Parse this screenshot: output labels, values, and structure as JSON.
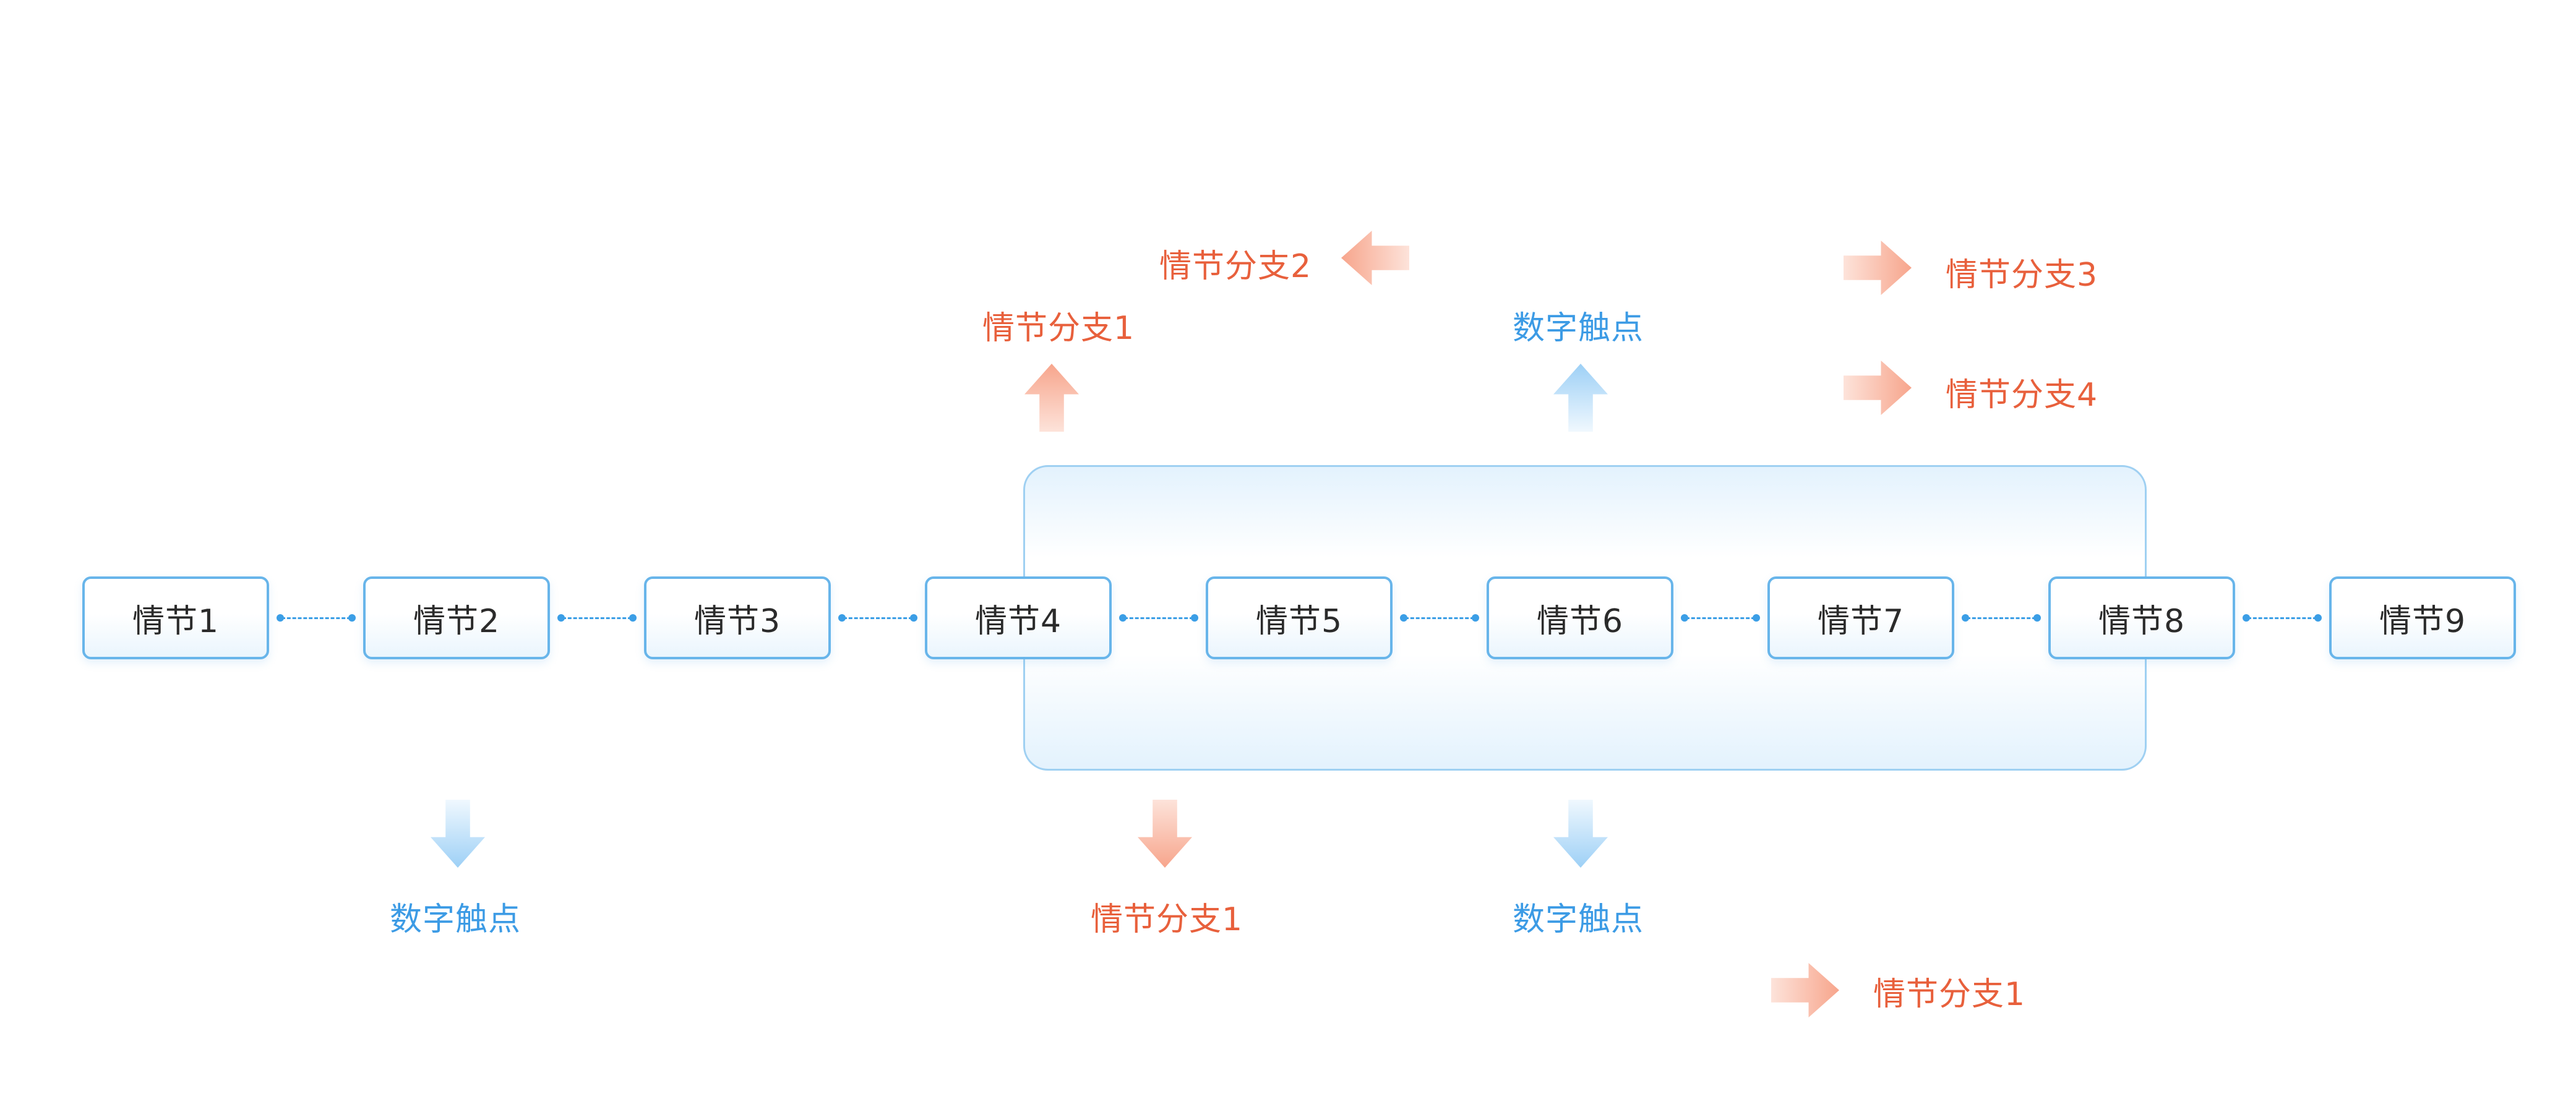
{
  "nodes": [
    {
      "label": "情节1"
    },
    {
      "label": "情节2"
    },
    {
      "label": "情节3"
    },
    {
      "label": "情节4"
    },
    {
      "label": "情节5"
    },
    {
      "label": "情节6"
    },
    {
      "label": "情节7"
    },
    {
      "label": "情节8"
    },
    {
      "label": "情节9"
    }
  ],
  "branches": {
    "top_branch_2": "情节分支2",
    "top_branch_1": "情节分支1",
    "top_touchpoint": "数字触点",
    "right_branch_3": "情节分支3",
    "right_branch_4": "情节分支4",
    "bottom_touchpoint_left": "数字触点",
    "bottom_branch_1": "情节分支1",
    "bottom_touchpoint_mid": "数字触点",
    "bottom_right_branch_1": "情节分支1"
  },
  "colors": {
    "node_border": "#68b5ea",
    "connector": "#3b9ee6",
    "branch_text": "#e8603c",
    "touchpoint_text": "#3c9be5",
    "branch_arrow": "#f9b7a2",
    "touchpoint_arrow": "#a9d6f7"
  },
  "icons": {
    "branch_arrow": "arrow-icon",
    "touchpoint_arrow": "arrow-icon"
  }
}
